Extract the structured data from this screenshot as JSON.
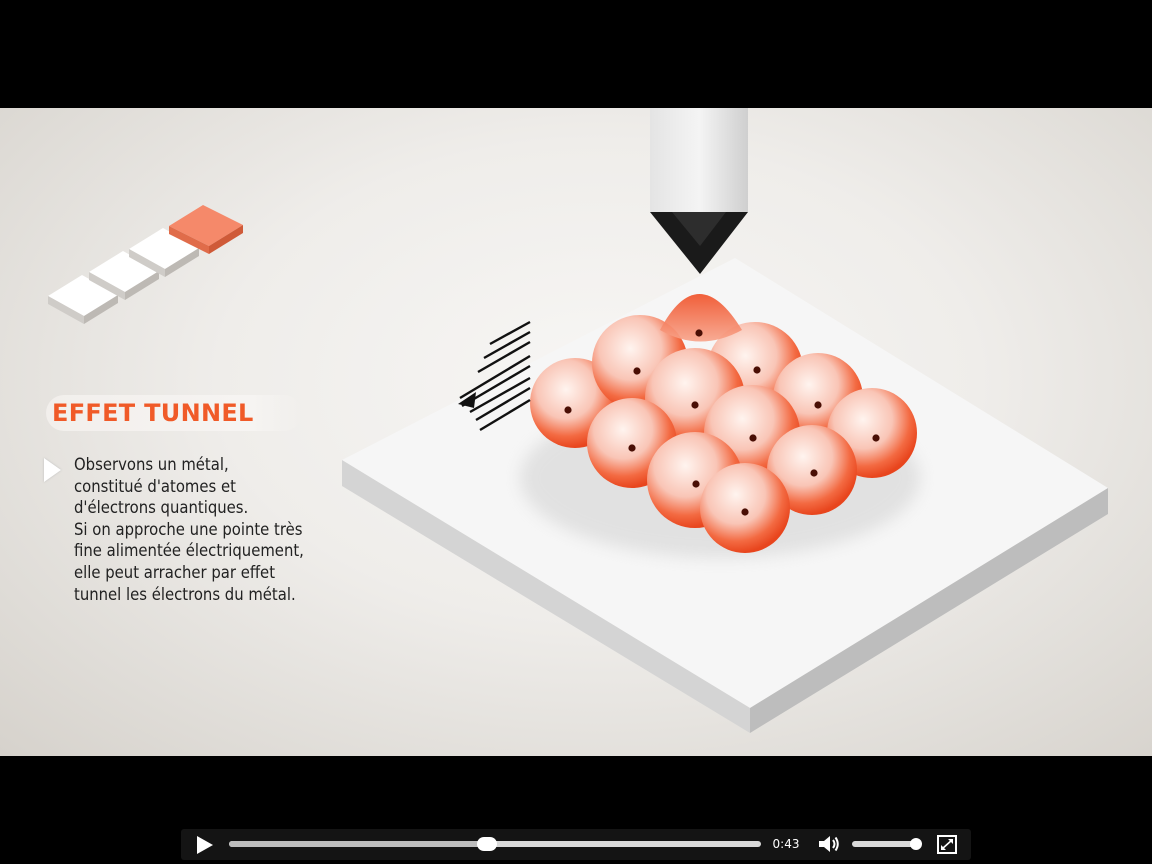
{
  "video": {
    "title": "EFFET TUNNEL",
    "description_lines": [
      "Observons un métal,",
      "constitué d'atomes et",
      "d'électrons quantiques.",
      "Si on approche une pointe très",
      "fine alimentée électriquement,",
      "elle peut arracher par effet",
      "tunnel les électrons du métal."
    ],
    "progress_steps": 4,
    "active_step": 4,
    "accent_color": "#f05a28",
    "step_active_color": "#f5896a"
  },
  "player": {
    "current_time": "0:43",
    "playback_progress": 0.485,
    "volume_level": 0.97,
    "play_icon": "play-icon",
    "volume_icon": "speaker-icon",
    "fullscreen_icon": "fullscreen-icon"
  }
}
